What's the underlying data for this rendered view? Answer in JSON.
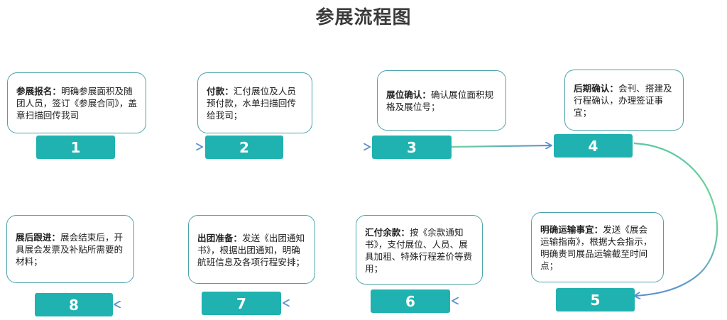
{
  "title": "参展流程图",
  "steps": [
    {
      "num": "1",
      "label": "参展报名：",
      "text": "明确参展面积及随团人员，签订《参展合同》，盖章扫描回传我司"
    },
    {
      "num": "2",
      "label": "付款：",
      "text": "汇付展位及人员预付款，水单扫描回传给我司；"
    },
    {
      "num": "3",
      "label": "展位确认：",
      "text": "确认展位面积规格及展位号；"
    },
    {
      "num": "4",
      "label": "后期确认：",
      "text": "会刊、搭建及行程确认，办理签证事宜；"
    },
    {
      "num": "5",
      "label": "明确运输事宜：",
      "text": "发送《展会运输指南》，根据大会指示，明确贵司展品运输截至时间点；"
    },
    {
      "num": "6",
      "label": "汇付余款：",
      "text": "按《余款通知书》，支付展位、人员、展具加租、特殊行程差价等费用；"
    },
    {
      "num": "7",
      "label": "出团准备：",
      "text": "发送《出团通知书》，根据出团通知，明确航班信息及各项行程安排；"
    },
    {
      "num": "8",
      "label": "展后跟进：",
      "text": "展会结束后，开具展会发票及补贴所需要的材料；"
    }
  ],
  "colors": {
    "box_border": "#4aa3a8",
    "num_fill": "#1fb2b0",
    "arrow_blue": "#5b8fd0",
    "arrow_green": "#6fd49a"
  }
}
